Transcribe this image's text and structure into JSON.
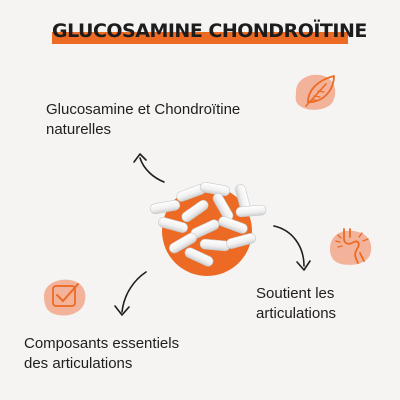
{
  "header": {
    "title": "GLUCOSAMINE CHONDROÏTINE"
  },
  "benefits": {
    "top_line1": "Glucosamine et Chondroïtine",
    "top_line2": "naturelles",
    "right_line1": "Soutient les",
    "right_line2": "articulations",
    "bottom_line1": "Composants essentiels",
    "bottom_line2": "des articulations"
  },
  "icons": {
    "leaf": "leaf-icon",
    "joint": "knee-joint-icon",
    "check": "checkmark-icon"
  },
  "colors": {
    "accent": "#ec6a24",
    "blob": "#f3b39a",
    "background": "#f5f4f2",
    "text": "#1e1e1e"
  }
}
